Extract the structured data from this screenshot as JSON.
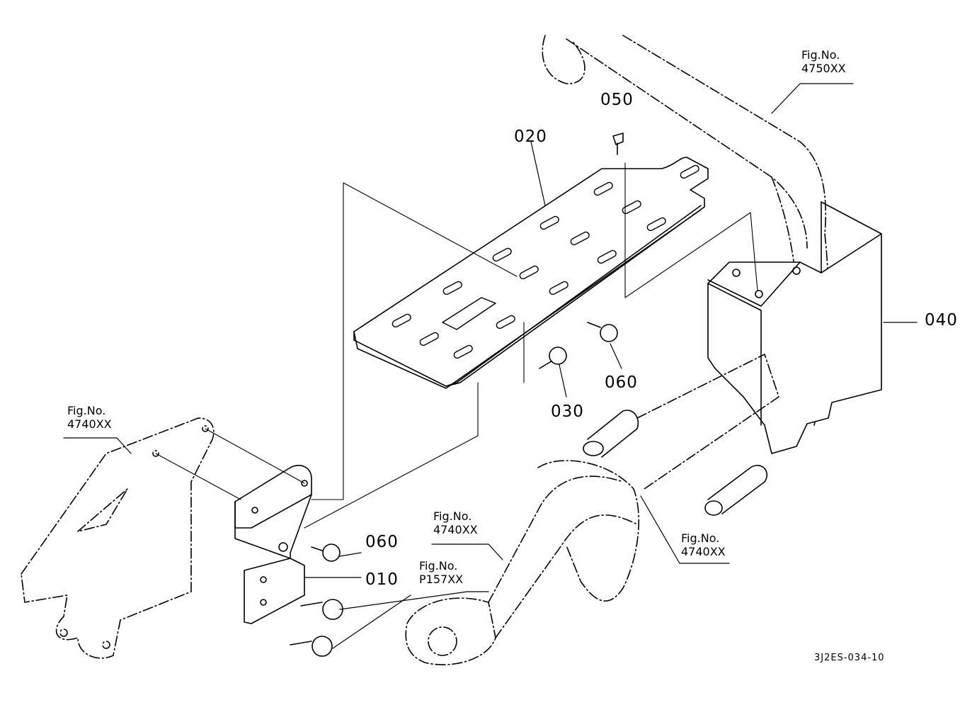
{
  "diagram": {
    "part_labels": [
      {
        "id": "010",
        "text": "010"
      },
      {
        "id": "020",
        "text": "020"
      },
      {
        "id": "030",
        "text": "030"
      },
      {
        "id": "040",
        "text": "040"
      },
      {
        "id": "050",
        "text": "050"
      },
      {
        "id": "060a",
        "text": "060"
      },
      {
        "id": "060b",
        "text": "060"
      }
    ],
    "figure_refs": [
      {
        "id": "ref-4750",
        "prefix": "Fig.No.",
        "number": "4750XX"
      },
      {
        "id": "ref-4740-left",
        "prefix": "Fig.No.",
        "number": "4740XX"
      },
      {
        "id": "ref-4740-mid",
        "prefix": "Fig.No.",
        "number": "4740XX"
      },
      {
        "id": "ref-4740-right",
        "prefix": "Fig.No.",
        "number": "4740XX"
      },
      {
        "id": "ref-p157",
        "prefix": "Fig.No.",
        "number": "P157XX"
      }
    ],
    "drawing_code": "3J2ES-034-10"
  }
}
